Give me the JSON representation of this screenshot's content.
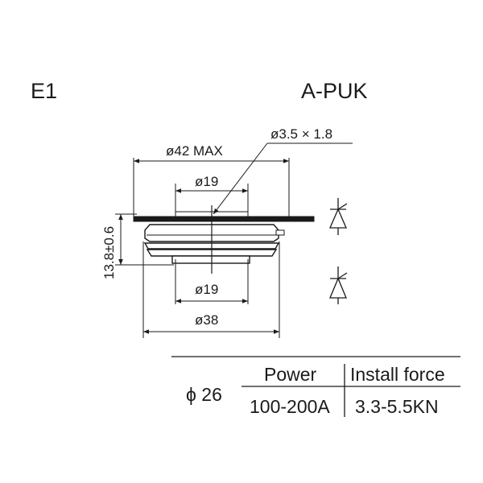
{
  "header": {
    "model": "E1",
    "package": "A-PUK"
  },
  "dimensions": {
    "outer_max": "ø42 MAX",
    "hole": "ø3.5 × 1.8",
    "top_contact": "ø19",
    "height": "13.8±0.6",
    "bottom_contact": "ø19",
    "base": "ø38"
  },
  "spec_table": {
    "diameter_label": "ϕ 26",
    "columns": [
      "Power",
      "Install force"
    ],
    "values": [
      "100-200A",
      "3.3-5.5KN"
    ]
  }
}
